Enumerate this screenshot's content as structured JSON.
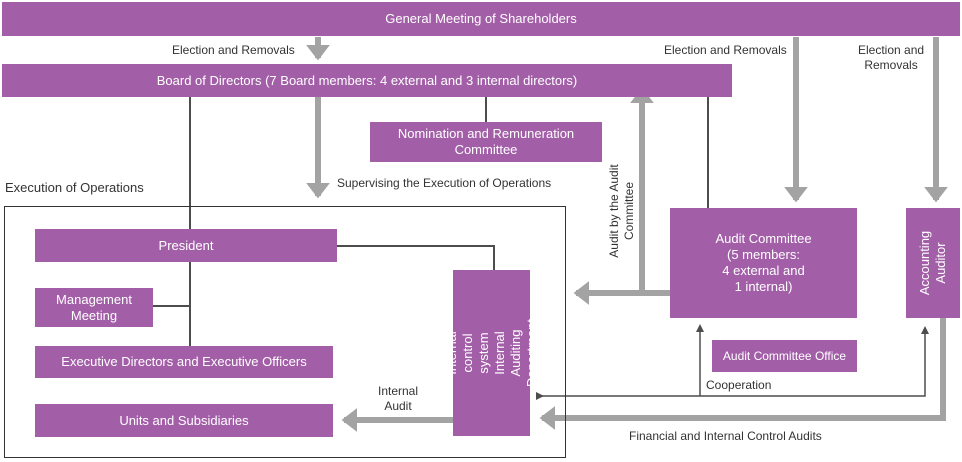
{
  "colors": {
    "box": "#a35ea8",
    "arrow": "#a3a3a3",
    "line": "#4d4d4d"
  },
  "boxes": {
    "shareholders": "General Meeting of Shareholders",
    "board": "Board of Directors (7 Board members: 4 external and 3 internal directors)",
    "nomination": "Nomination and Remuneration\nCommittee",
    "president": "President",
    "management": "Management\nMeeting",
    "executive": "Executive Directors and Executive Officers",
    "units": "Units and Subsidiaries",
    "internal_control": "Internal control system\nInternal Auditing\nDepartment",
    "audit_committee": "Audit Committee\n(5 members:\n4 external and\n1 internal)",
    "audit_office": "Audit Committee Office",
    "accounting_auditor": "Accounting\nAuditor"
  },
  "labels": {
    "election1": "Election and Removals",
    "election2": "Election and Removals",
    "election3": "Election and\nRemovals",
    "execution": "Execution of Operations",
    "supervising": "Supervising the Execution of Operations",
    "audit_by": "Audit by the Audit\nCommittee",
    "internal_audit": "Internal\nAudit",
    "cooperation": "Cooperation",
    "financial": "Financial and Internal Control Audits"
  }
}
